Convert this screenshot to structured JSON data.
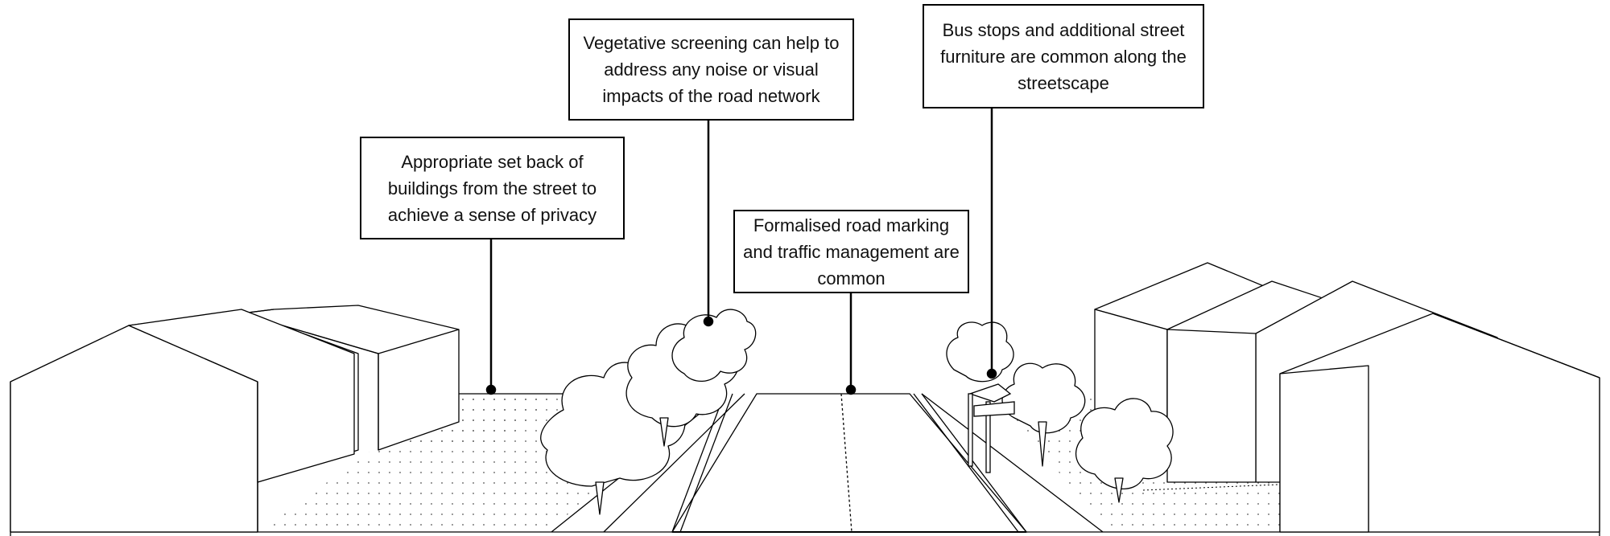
{
  "callouts": [
    {
      "id": "setback",
      "text": "Appropriate set back of buildings from the street to achieve a sense of privacy"
    },
    {
      "id": "screening",
      "text": "Vegetative screening can help to address any noise or visual impacts of the road network"
    },
    {
      "id": "road-marking",
      "text": "Formalised road marking and traffic management are common"
    },
    {
      "id": "bus-stops",
      "text": "Bus stops and additional street furniture are common along the streetscape"
    }
  ]
}
